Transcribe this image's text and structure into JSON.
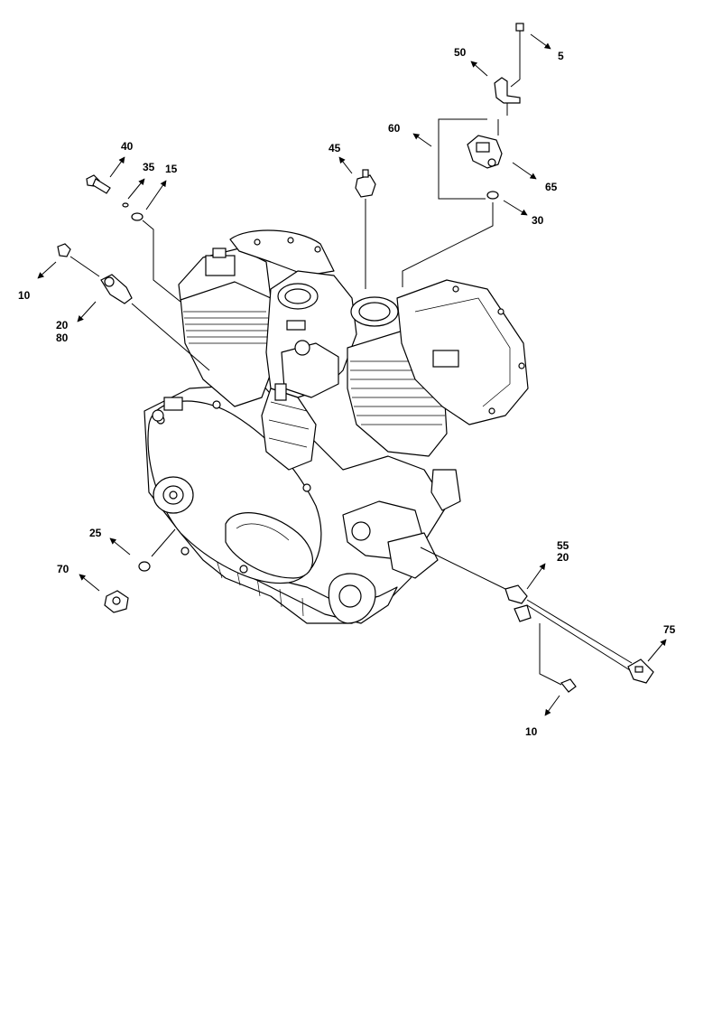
{
  "callouts": {
    "c5": "5",
    "c50": "50",
    "c60": "60",
    "c65": "65",
    "c30": "30",
    "c45": "45",
    "c40": "40",
    "c35": "35",
    "c15": "15",
    "c10a": "10",
    "c20a": "20",
    "c80": "80",
    "c25": "25",
    "c70": "70",
    "c55": "55",
    "c20b": "20",
    "c75": "75",
    "c10b": "10"
  },
  "colors": {
    "ink": "#000000",
    "paper": "#ffffff"
  }
}
